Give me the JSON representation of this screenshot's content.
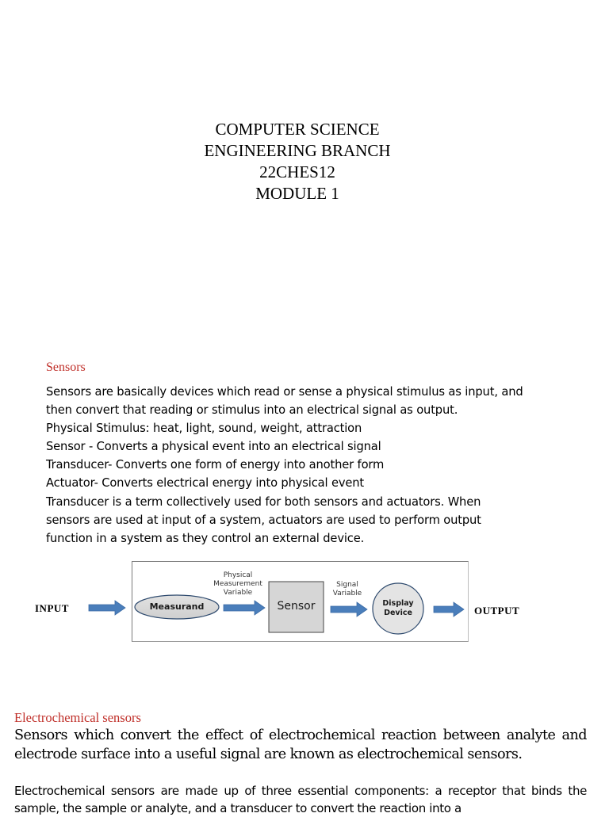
{
  "header": {
    "line1": "COMPUTER SCIENCE",
    "line2": "ENGINEERING BRANCH",
    "line3": "22CHES12",
    "line4": "MODULE 1"
  },
  "sensors": {
    "heading": "Sensors",
    "lines": [
      "Sensors are basically devices which read or sense a physical stimulus as input, and",
      "then convert that reading or stimulus into an electrical signal as output.",
      "Physical Stimulus: heat, light, sound, weight, attraction",
      "Sensor - Converts a physical event into an electrical signal",
      "Transducer- Converts one form of energy into another form",
      "Actuator- Converts electrical energy into physical event",
      "Transducer is a term collectively used for both sensors and actuators. When",
      "sensors are used at input of a system, actuators are used to perform output",
      "function in a system as they control an external device."
    ]
  },
  "diagram": {
    "input_label": "INPUT",
    "output_label": "OUTPUT",
    "measurand": "Measurand",
    "physical_variable": "Physical Measurement Variable",
    "sensor": "Sensor",
    "signal_variable": "Signal Variable",
    "display_device": "Display Device",
    "arrow_color": "#4a7ebb",
    "shape_fill": "#d8d8d8"
  },
  "electrochemical": {
    "heading": "Electrochemical sensors",
    "para1": "Sensors which convert the effect of electrochemical reaction between analyte and electrode surface into a useful signal are known as electrochemical sensors.",
    "para2": "Electrochemical sensors are made up of three essential components: a receptor that binds the sample, the sample or analyte, and a transducer to convert the reaction into a"
  },
  "colors": {
    "heading_red": "#c0302a"
  }
}
